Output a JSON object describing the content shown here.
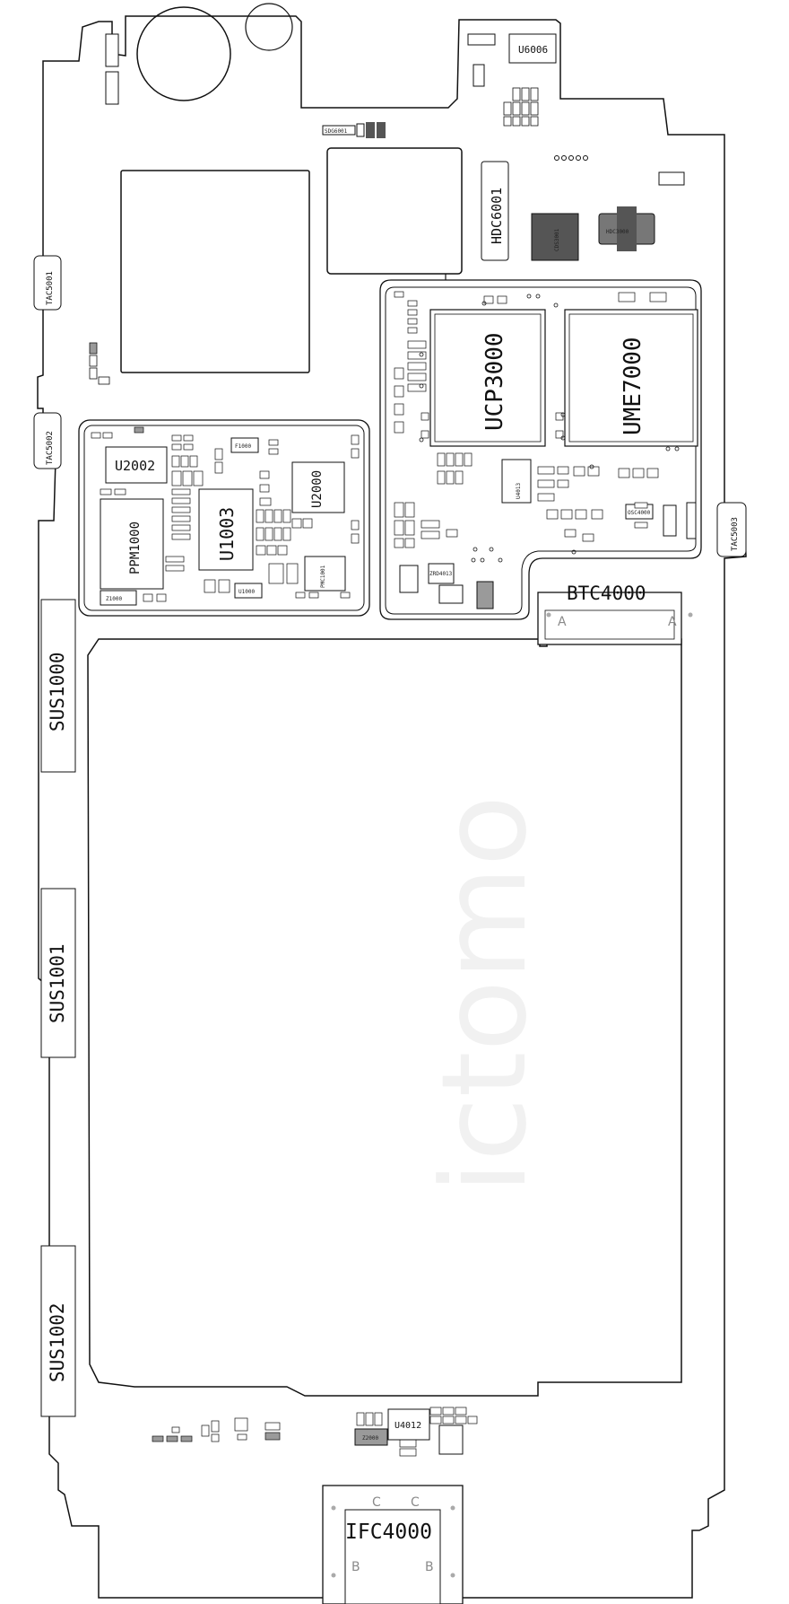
{
  "watermark": "ictomo",
  "components": {
    "u6006": "U6006",
    "hdc6001": "HDC6001",
    "hdc3000": "HDC3000",
    "cds3001": "CDS3001",
    "tac5001": "TAC5001",
    "tac5002": "TAC5002",
    "tac5003": "TAC5003",
    "ucp3000": "UCP3000",
    "ume7000": "UME7000",
    "u2002": "U2002",
    "u2000": "U2000",
    "u1003": "U1003",
    "ppm1000": "PPM1000",
    "f1000": "F1000",
    "u1000": "U1000",
    "pmc1001": "PMC1001",
    "u4013": "U4013",
    "osc4000": "OSC4000",
    "btc4000": "BTC4000",
    "sus1000": "SUS1000",
    "sus1001": "SUS1001",
    "sus1002": "SUS1002",
    "u4012": "U4012",
    "ifc4000": "IFC4000",
    "z1000": "Z1000",
    "z2000": "Z2000",
    "sdg6001": "SDG6001",
    "zrd4013": "ZRD4013"
  },
  "pins": {
    "a_left": "A",
    "a_right": "A",
    "b_left": "B",
    "b_right": "B",
    "c_left": "C",
    "c_right": "C"
  },
  "colors": {
    "outline": "#111111",
    "ic_fill": "#ffffff",
    "dark_part": "#555555",
    "gray_part": "#9a9a9a",
    "pin_letter": "#8a8a8a"
  }
}
